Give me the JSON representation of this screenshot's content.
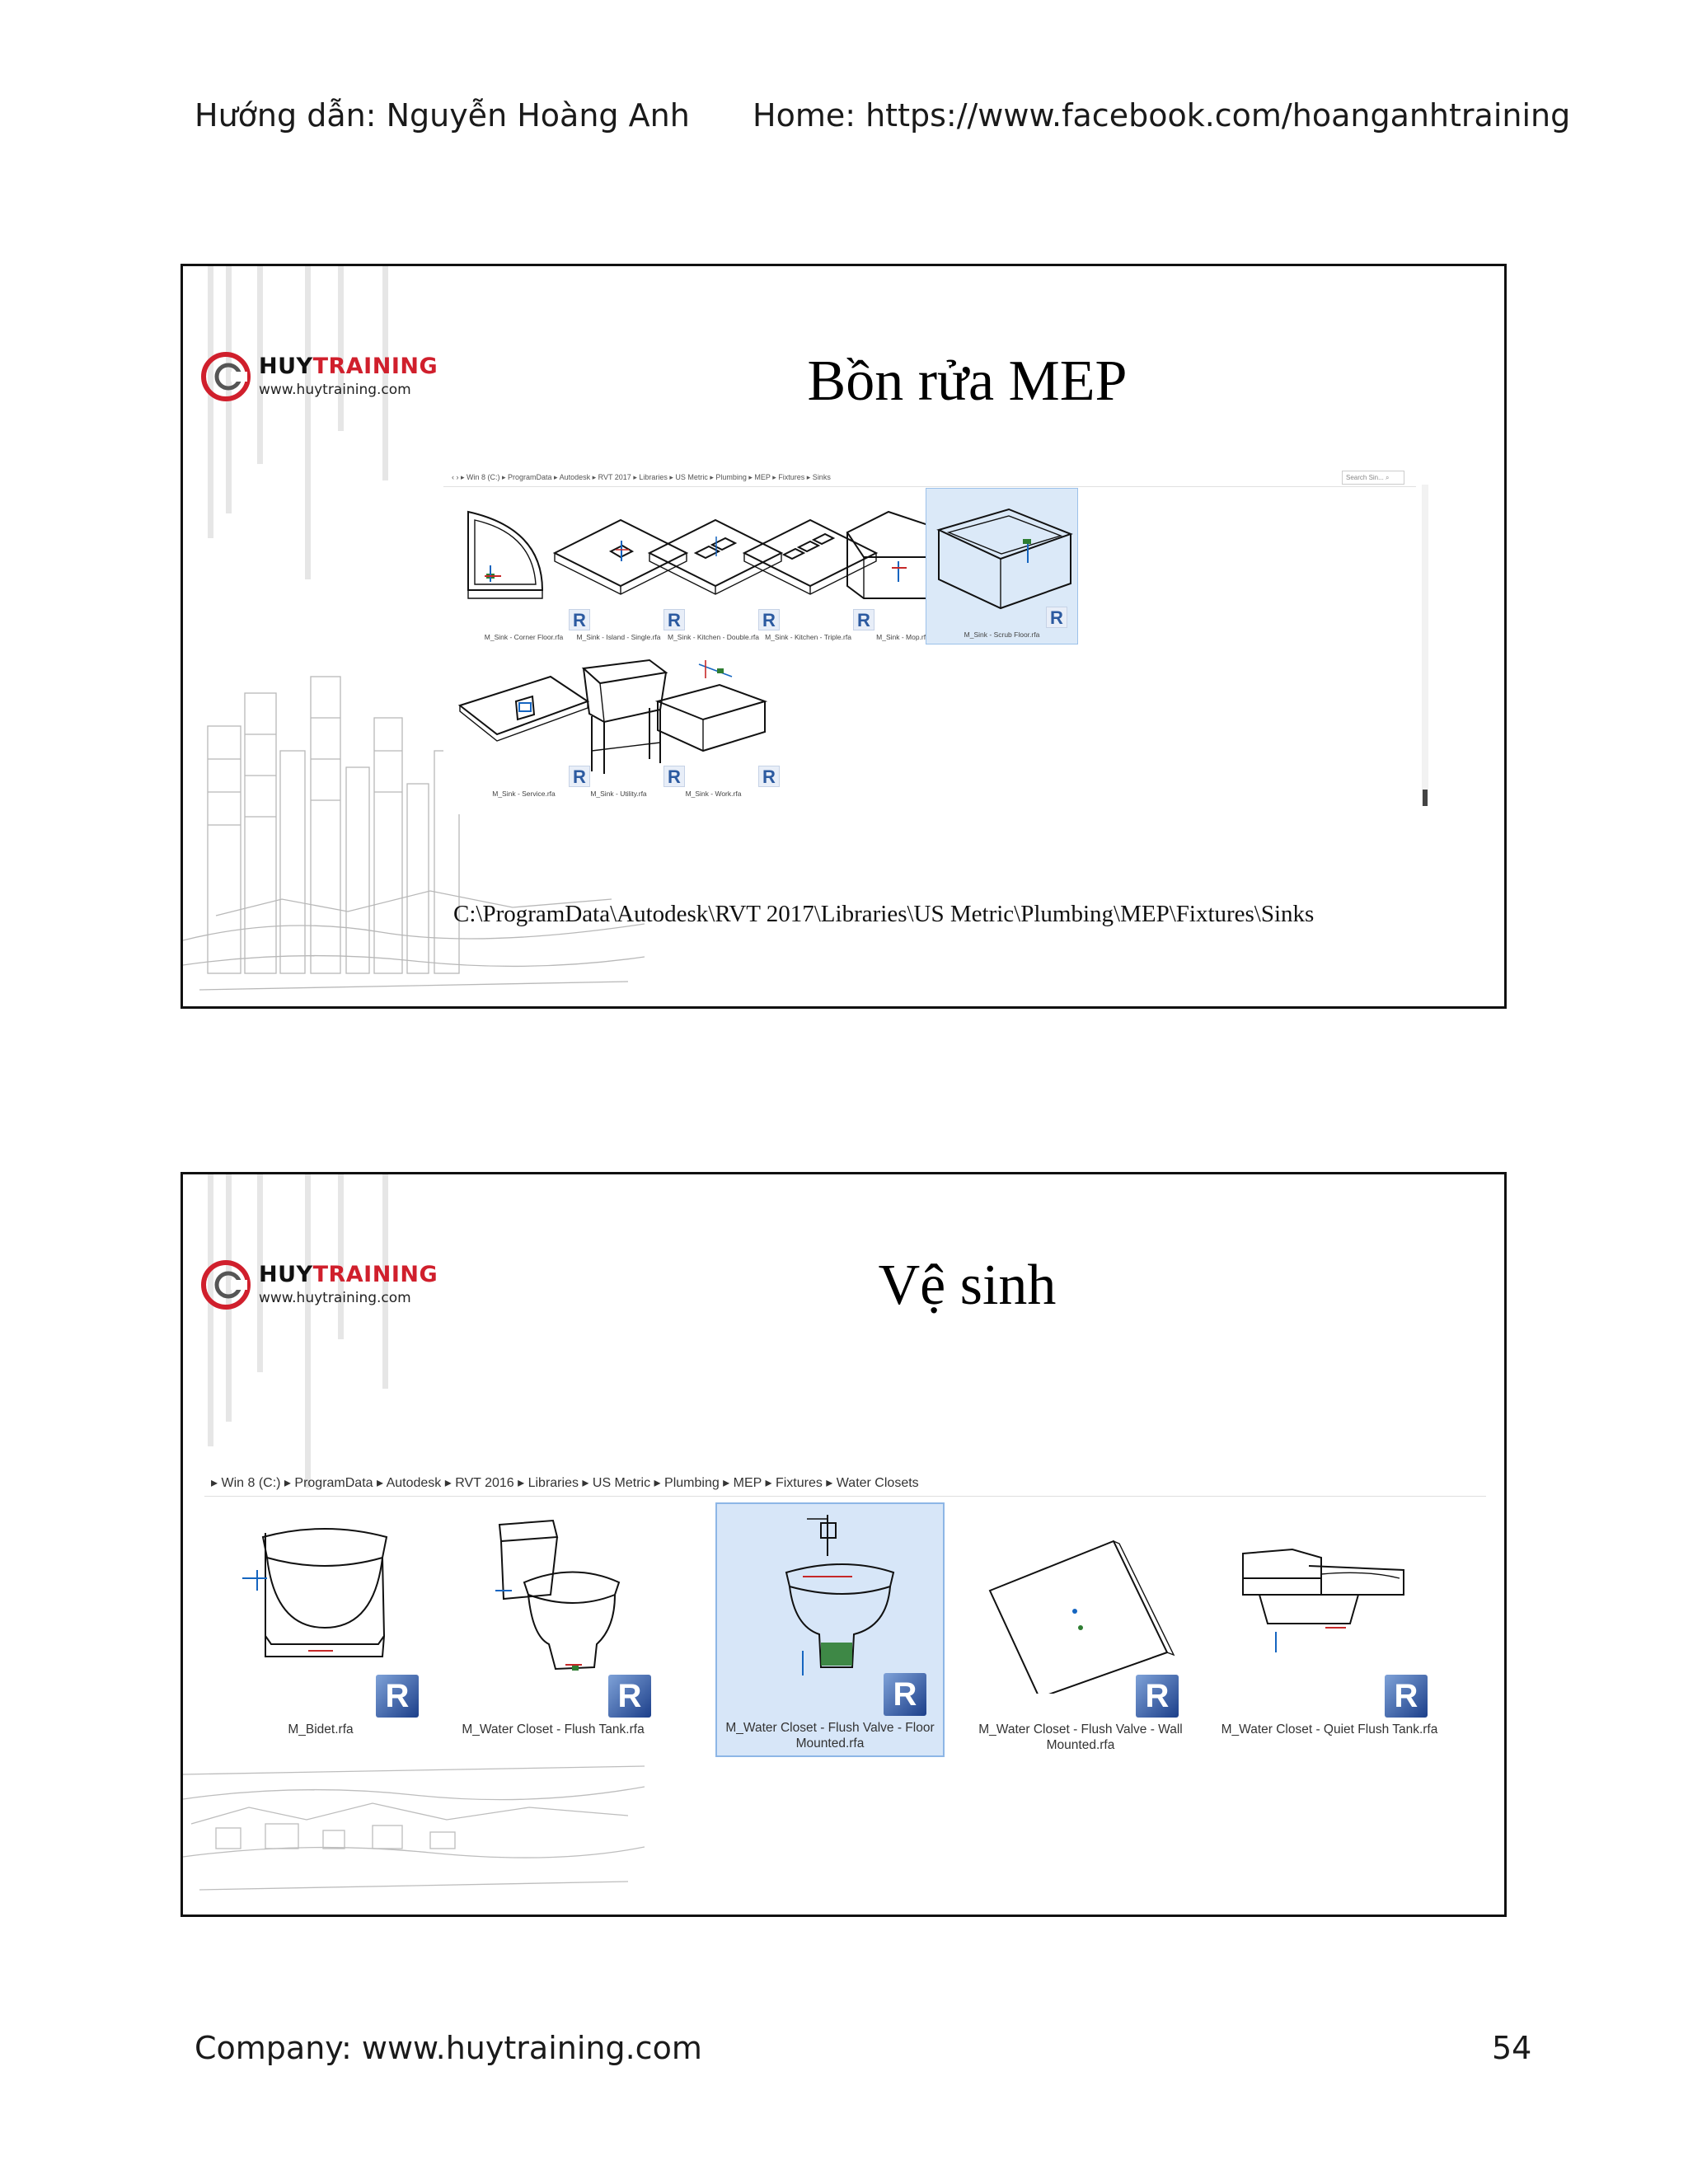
{
  "header": {
    "author": "Hướng dẫn: Nguyễn Hoàng Anh",
    "home": "Home: https://www.facebook.com/hoanganhtraining"
  },
  "logo": {
    "brand_part1": "HUY",
    "brand_part2": "TRAINING",
    "url": "www.huytraining.com"
  },
  "slide1": {
    "title": "Bồn rửa MEP",
    "breadcrumb": "‹ › ▸ Win 8 (C:) ▸ ProgramData ▸ Autodesk ▸ RVT 2017 ▸ Libraries ▸ US Metric ▸ Plumbing ▸ MEP ▸ Fixtures ▸ Sinks",
    "search_placeholder": "Search Sin... ⌕",
    "files": [
      {
        "name": "M_Sink - Corner Floor.rfa",
        "icon": "sink-corner-icon"
      },
      {
        "name": "M_Sink - Island - Single.rfa",
        "icon": "sink-island-icon"
      },
      {
        "name": "M_Sink - Kitchen - Double.rfa",
        "icon": "sink-kitchen-double-icon"
      },
      {
        "name": "M_Sink - Kitchen - Triple.rfa",
        "icon": "sink-kitchen-triple-icon"
      },
      {
        "name": "M_Sink - Mop.rfa",
        "icon": "sink-mop-icon"
      },
      {
        "name": "M_Sink - Scrub Floor.rfa",
        "icon": "sink-scrub-icon",
        "selected": true
      },
      {
        "name": "M_Sink - Service.rfa",
        "icon": "sink-service-icon"
      },
      {
        "name": "M_Sink - Utility.rfa",
        "icon": "sink-utility-icon"
      },
      {
        "name": "M_Sink - Work.rfa",
        "icon": "sink-work-icon"
      }
    ],
    "revit_badge": "R",
    "path_note": "C:\\ProgramData\\Autodesk\\RVT 2017\\Libraries\\US Metric\\Plumbing\\MEP\\Fixtures\\Sinks"
  },
  "slide2": {
    "title": "Vệ sinh",
    "breadcrumb": "▸ Win 8 (C:) ▸ ProgramData ▸ Autodesk ▸ RVT 2016 ▸ Libraries ▸ US Metric ▸ Plumbing ▸ MEP ▸ Fixtures ▸ Water Closets",
    "files": [
      {
        "name": "M_Bidet.rfa",
        "icon": "bidet-icon"
      },
      {
        "name": "M_Water Closet - Flush Tank.rfa",
        "icon": "toilet-flush-tank-icon"
      },
      {
        "name": "M_Water Closet - Flush Valve - Floor Mounted.rfa",
        "icon": "toilet-floor-mounted-icon",
        "selected": true
      },
      {
        "name": "M_Water Closet - Flush Valve - Wall Mounted.rfa",
        "icon": "toilet-wall-mounted-icon"
      },
      {
        "name": "M_Water Closet - Quiet Flush Tank.rfa",
        "icon": "toilet-quiet-flush-icon"
      }
    ],
    "revit_badge": "R"
  },
  "footer": {
    "company": "Company: www.huytraining.com",
    "page_number": "54"
  }
}
